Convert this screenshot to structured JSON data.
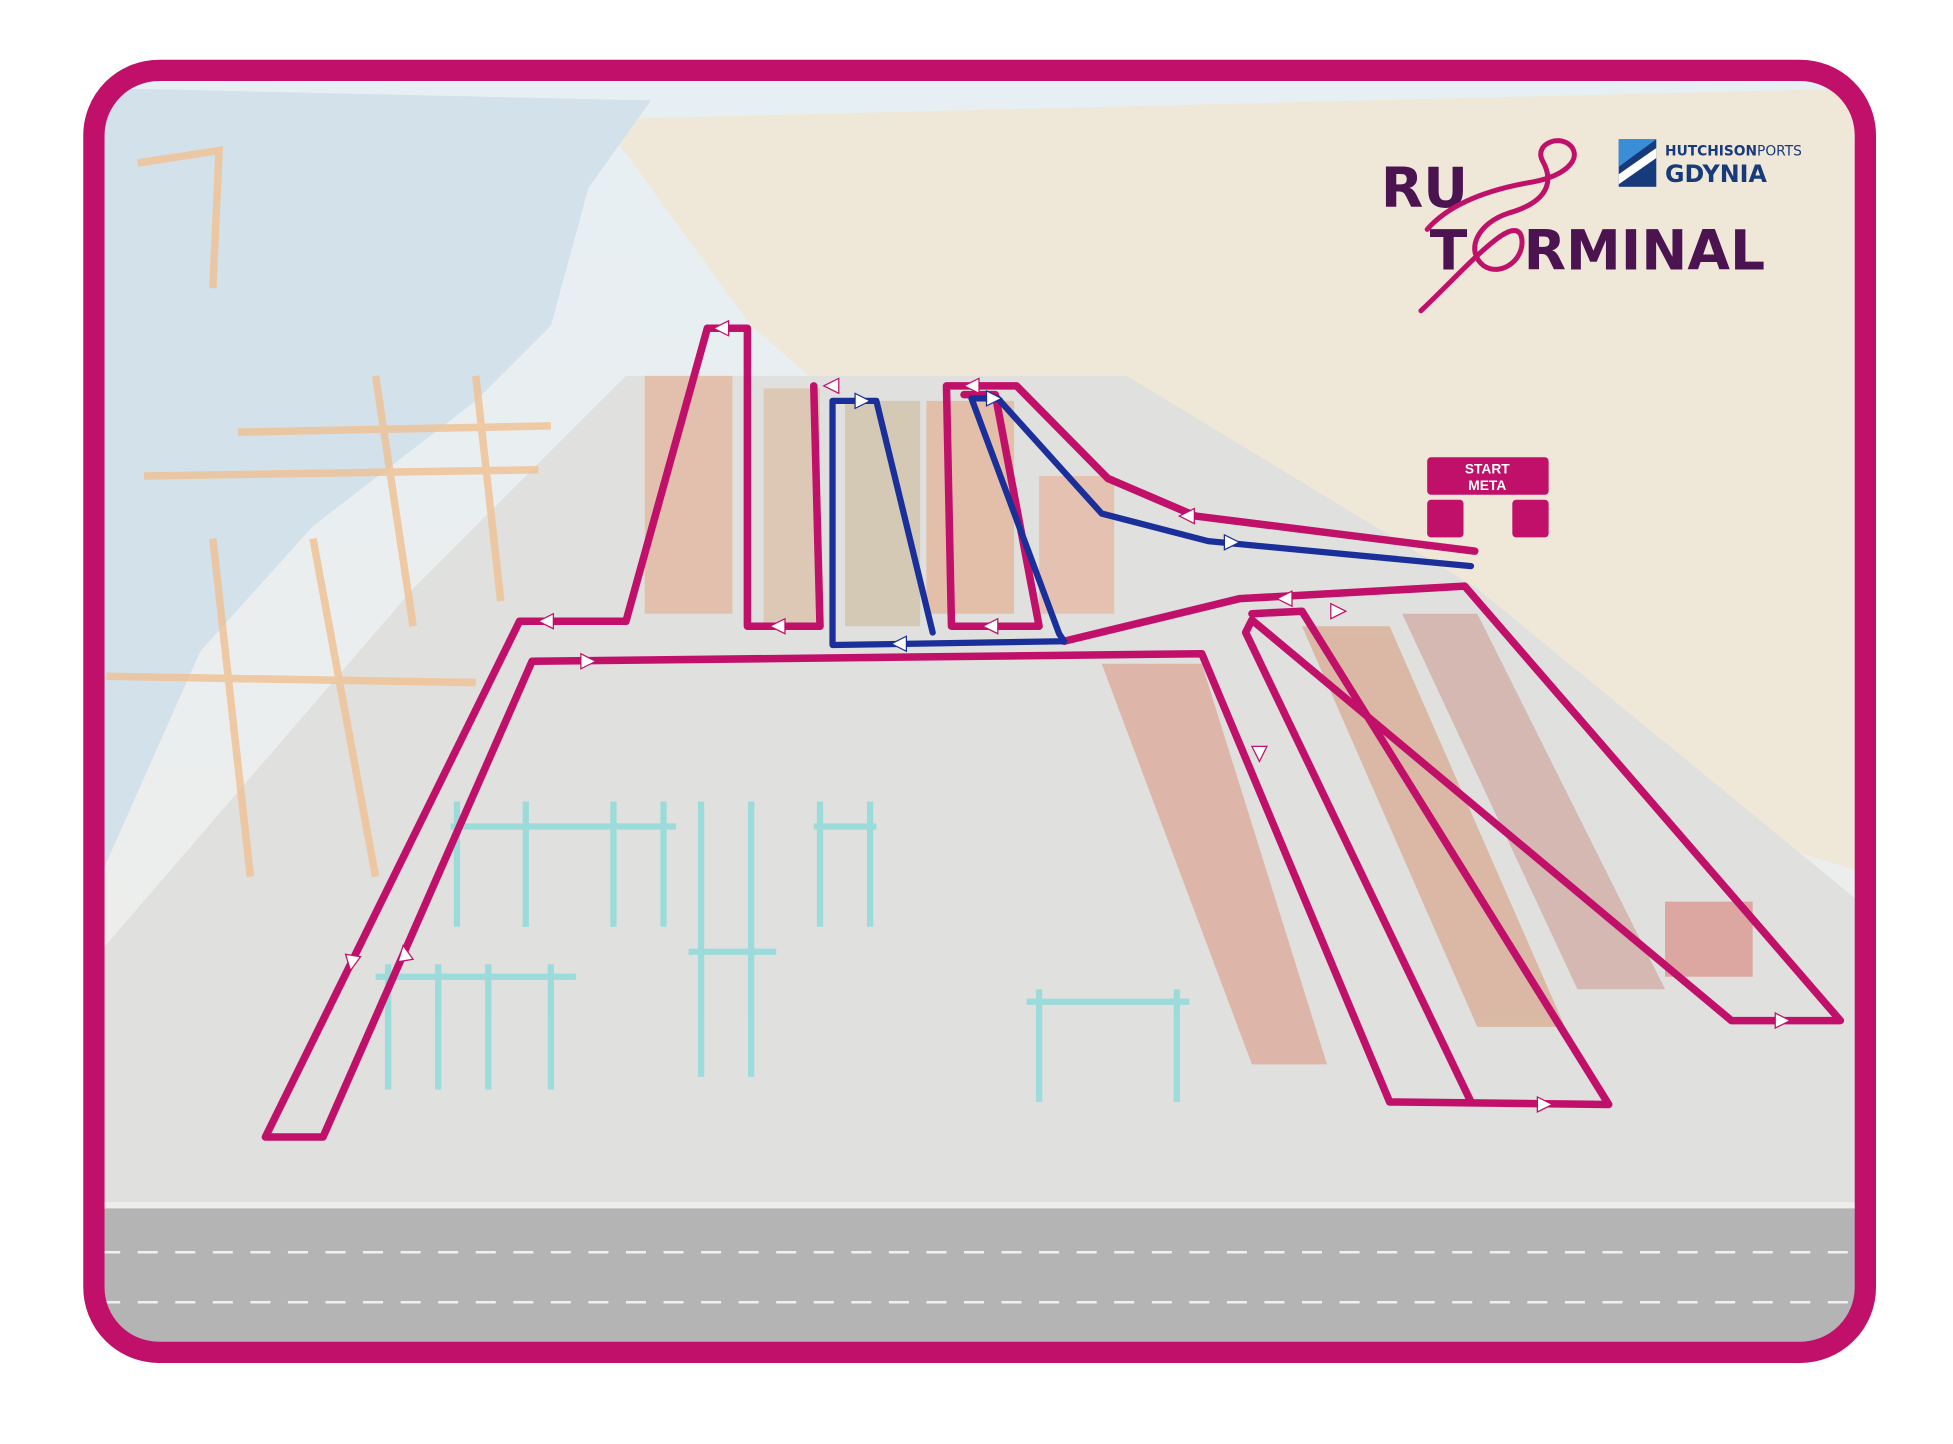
{
  "logo": {
    "run_prefix": "RU",
    "terminal_first": "T",
    "terminal_rest": "RMINAL",
    "run_full": "RUN TERMINAL"
  },
  "sponsor": {
    "brand_bold": "HUTCHISON",
    "brand_light": "PORTS",
    "city": "GDYNIA"
  },
  "start_finish": {
    "line1": "START",
    "line2": "META"
  },
  "colors": {
    "frame": "#c0106a",
    "route_magenta": "#c0106a",
    "route_blue": "#1a2f9a",
    "logo_dark": "#4b1450",
    "sponsor_blue": "#173a7a"
  }
}
